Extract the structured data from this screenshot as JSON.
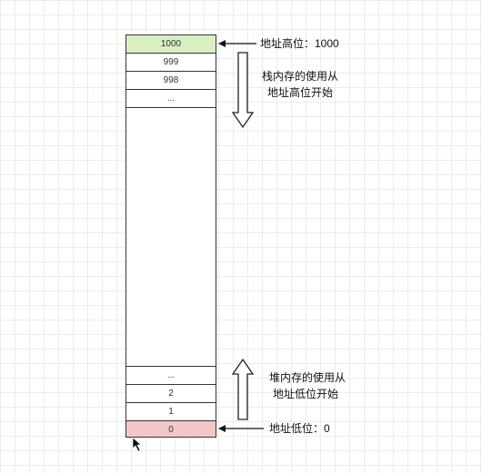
{
  "memory": {
    "top_cells": [
      "1000",
      "999",
      "998",
      "..."
    ],
    "bottom_cells": [
      "...",
      "2",
      "1",
      "0"
    ],
    "high_color": "#d9efc2",
    "low_color": "#f4c7c7"
  },
  "labels": {
    "high_address": "地址高位：1000",
    "stack_line1": "栈内存的使用从",
    "stack_line2": "地址高位开始",
    "heap_line1": "堆内存的使用从",
    "heap_line2": "地址低位开始",
    "low_address": "地址低位：0"
  }
}
